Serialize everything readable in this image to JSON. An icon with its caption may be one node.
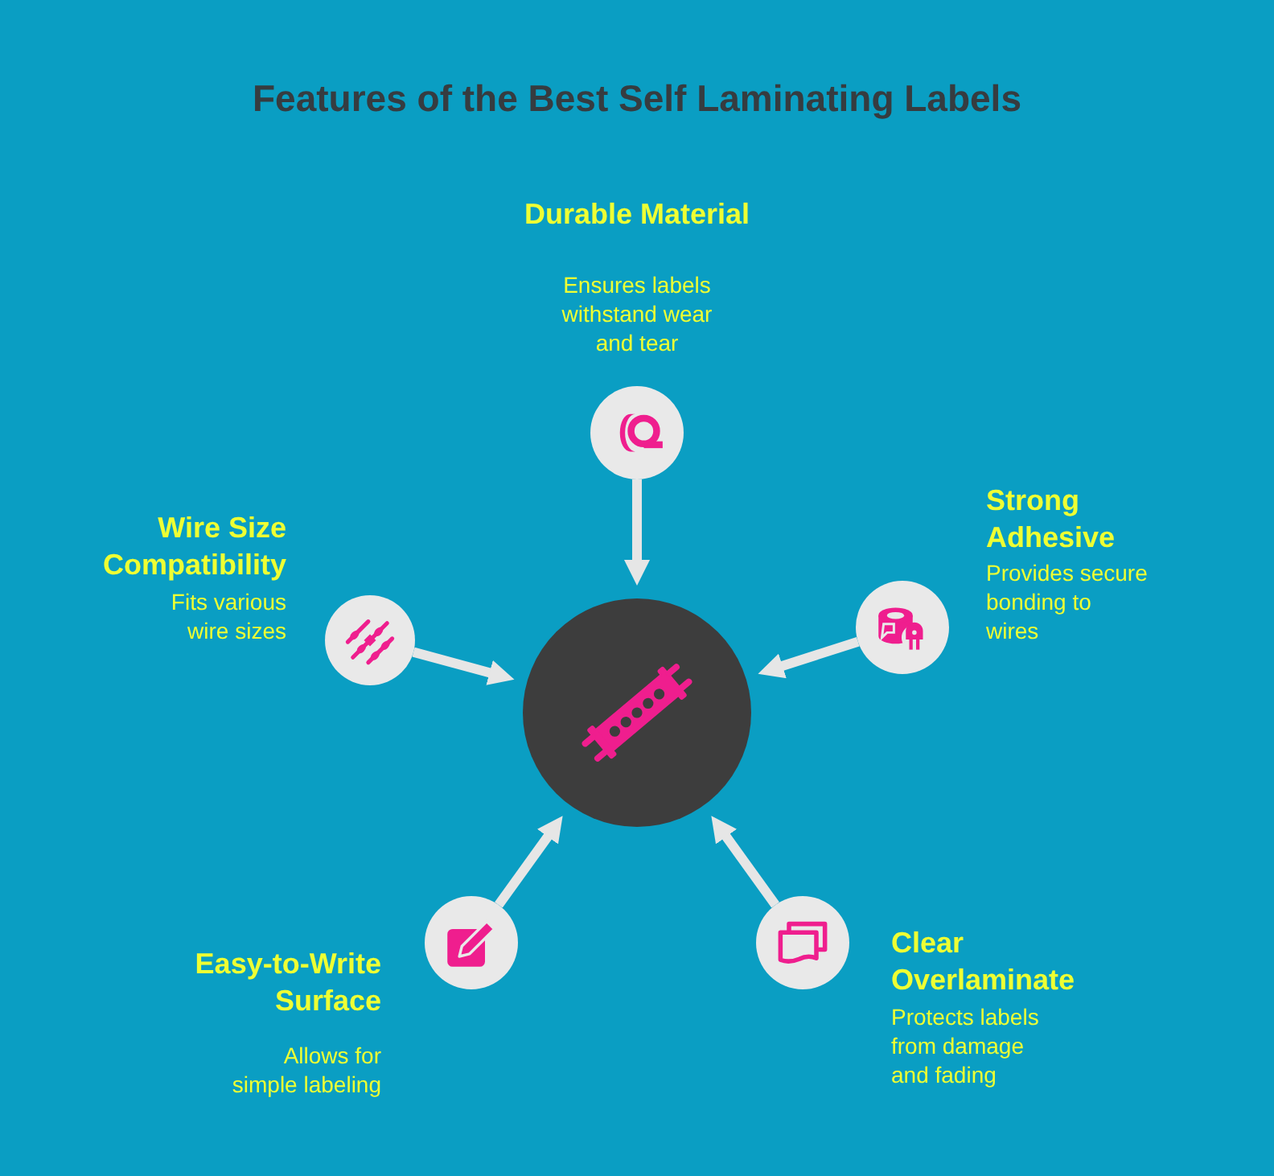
{
  "diagram": {
    "title": "Features of the Best Self Laminating Labels",
    "nodes": [
      {
        "text": [],
        "shape": "circle",
        "beside": [
          "Durable Material",
          "Ensures labels withstand wear and tear"
        ]
      },
      {
        "text": [],
        "shape": "circle",
        "beside": [
          "Wire Size Compatibility",
          "Fits various wire sizes"
        ]
      },
      {
        "text": [],
        "shape": "circle"
      },
      {
        "text": [],
        "shape": "circle",
        "beside": [
          "Strong Adhesive",
          "Provides secure bonding to wires"
        ]
      },
      {
        "text": [],
        "shape": "circle",
        "beside": [
          "Easy-to-Write Surface",
          "Allows for simple labeling"
        ]
      },
      {
        "text": [],
        "shape": "circle",
        "beside": [
          "Clear Overlaminate",
          "Protects labels from damage and fading"
        ]
      }
    ],
    "edges": [
      {
        "from": 0,
        "to": 2,
        "arrow": "to"
      },
      {
        "from": 1,
        "to": 2,
        "arrow": "to"
      },
      {
        "from": 3,
        "to": 2,
        "arrow": "to"
      },
      {
        "from": 4,
        "to": 2,
        "arrow": "to"
      },
      {
        "from": 5,
        "to": 2,
        "arrow": "to"
      }
    ]
  }
}
